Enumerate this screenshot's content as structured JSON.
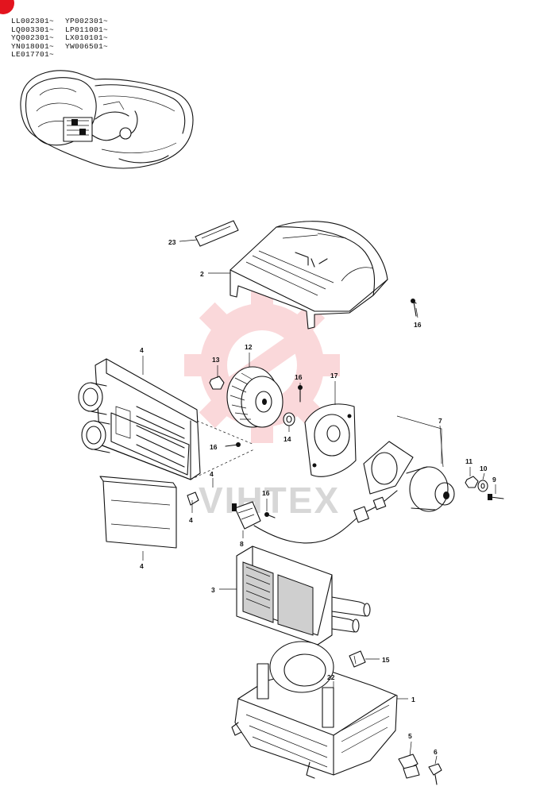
{
  "serial_ranges": {
    "left_column": [
      "LL002301~",
      "LQ003301~",
      "YQ002301~",
      "YN018001~",
      "LE017701~"
    ],
    "right_column": [
      "YP002301~",
      "LP011001~",
      "LX010101~",
      "YW006501~"
    ]
  },
  "callouts": {
    "c23": "23",
    "c2": "2",
    "c16_top": "16",
    "c4_housing": "4",
    "c13": "13",
    "c12": "12",
    "c16_mid": "16",
    "c17": "17",
    "c14": "14",
    "c7": "7",
    "c16_left": "16",
    "c11": "11",
    "c10": "10",
    "c9": "9",
    "c4_clip": "4",
    "c16_low": "16",
    "c8": "8",
    "c4_panel": "4",
    "c3": "3",
    "c15": "15",
    "c22": "22",
    "c1": "1",
    "c5": "5",
    "c6": "6"
  },
  "watermark": {
    "text": "VIHTEX",
    "color": "#e3141e"
  }
}
